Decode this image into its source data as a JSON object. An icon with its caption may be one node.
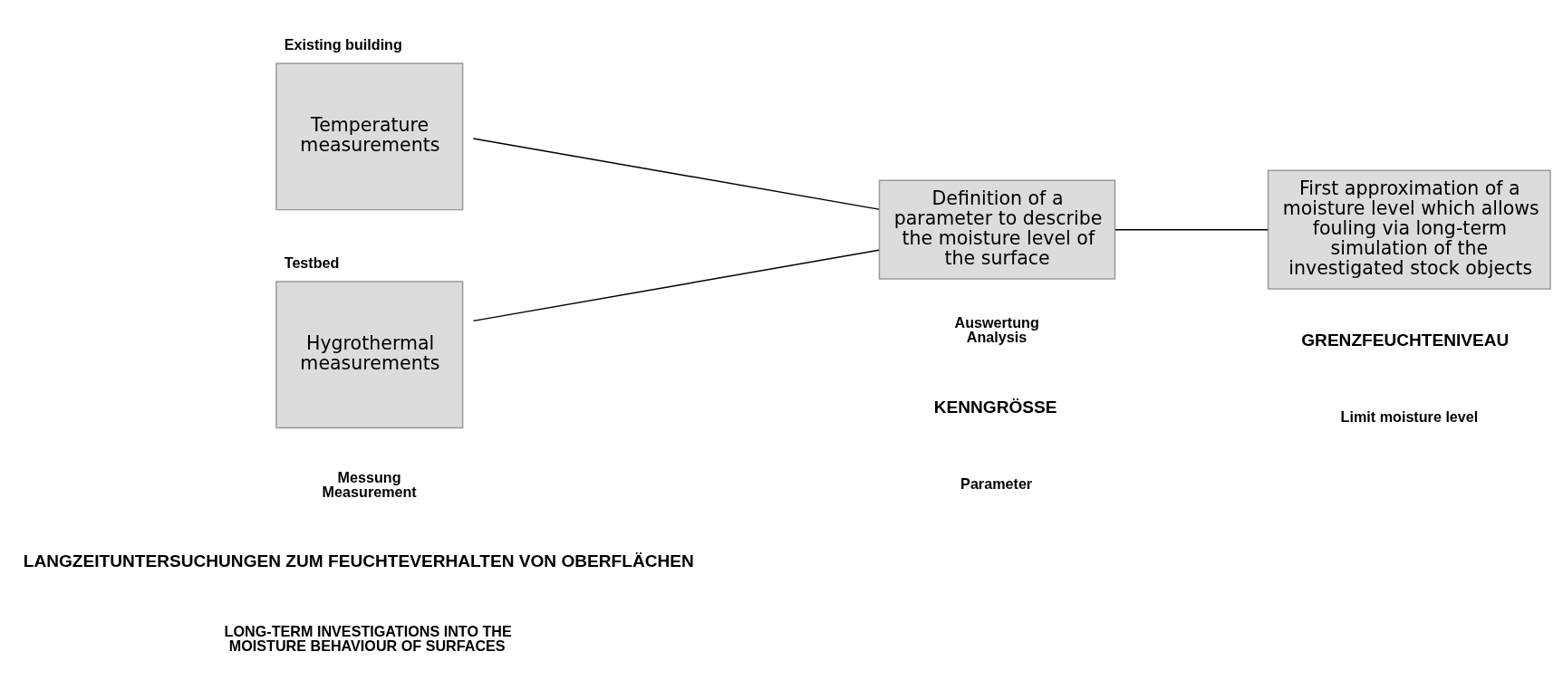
{
  "diagram": {
    "nodes": [
      {
        "text": [
          "Existing building",
          "Temperature measurements"
        ]
      },
      {
        "text": [
          "Testbed",
          "Hygrothermal measurements"
        ]
      },
      {
        "text": [
          "Definition of a parameter to describe the moisture level of the surface"
        ]
      },
      {
        "text": [
          "First approximation of a moisture level which allows fouling via long-term simulation of the investigated stock objects"
        ]
      }
    ],
    "edges": [
      {
        "from": 0,
        "to": 2,
        "arrow": "none"
      },
      {
        "from": 1,
        "to": 2,
        "arrow": "none"
      },
      {
        "from": 2,
        "to": 3,
        "arrow": "none"
      }
    ],
    "labels": [
      "LONG-TERM INVESTIGATIONS INTO THE MOISTURE BEHAVIOUR OF SURFACES",
      "LANGZEITUNTERSUCHUNGEN ZUM FEUCHTEVERHALTEN VON OBERFLÄCHEN",
      "Parameter",
      "KENNGRÖSSE",
      "Limit moisture level",
      "GRENZFEUCHTENIVEAU",
      "Messung Measurement",
      "Auswertung Analysis"
    ]
  }
}
